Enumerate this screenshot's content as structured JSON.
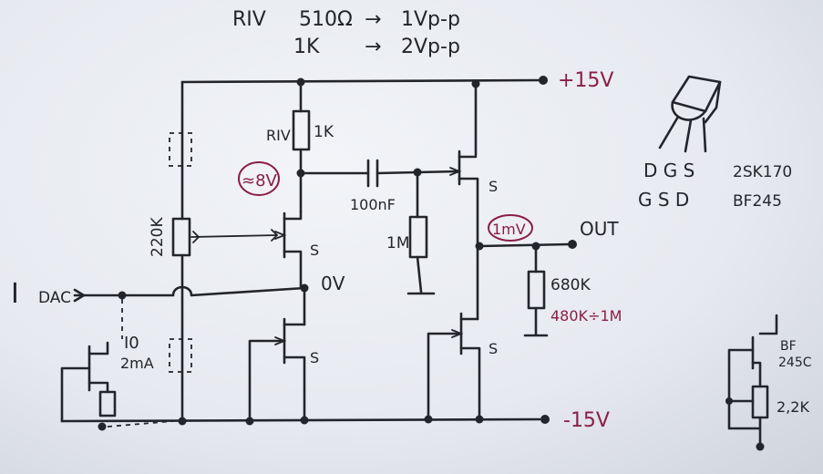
{
  "header": {
    "riv_label": "RIV",
    "arrow": "→",
    "rows": [
      {
        "resistance": "510Ω",
        "output": "1Vp-p"
      },
      {
        "resistance": "1K",
        "output": "2Vp-p"
      }
    ]
  },
  "labels": {
    "vplus": "+15V",
    "vminus": "-15V",
    "pot": "220K",
    "riv": "RIV",
    "riv_value": "1K",
    "drain_voltage": "≈8V",
    "source": "S",
    "zero_volt": "0V",
    "idac_main": "I",
    "idac_sub": "DAC",
    "io": "I0",
    "io_current": "2mA",
    "capacitor": "100nF",
    "gate_resistor": "1M",
    "output_voltage": "1mV",
    "out": "OUT",
    "load_resistor": "680K",
    "load_range": "480K÷1M",
    "alt_jfet_1": "BF",
    "alt_jfet_2": "245C",
    "alt_resistor": "2,2K"
  },
  "pinout": {
    "rows": [
      {
        "pins": "D G S",
        "part": "2SK170"
      },
      {
        "pins": "G S D",
        "part": "BF245"
      }
    ]
  },
  "colors": {
    "ink": "#23252b",
    "annotation": "#8a1f45"
  }
}
